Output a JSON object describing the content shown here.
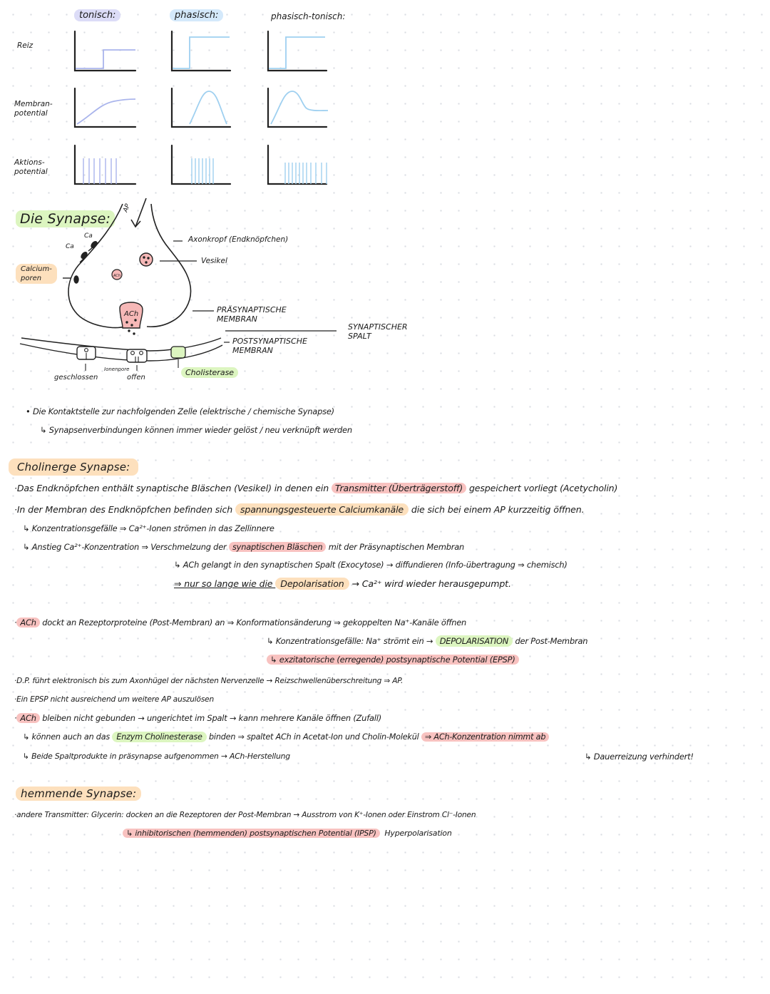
{
  "charts": {
    "columns": [
      "tonisch:",
      "phasisch:",
      "phasisch-tonisch:"
    ],
    "rows": [
      "Reiz",
      "Membran-\npotential",
      "Aktions-\npotential"
    ],
    "colors": {
      "tonisch": "#a9b4ec",
      "phasisch": "#9fd0f0",
      "phasisch_tonisch": "#9fd0f0"
    }
  },
  "synapse": {
    "title": "Die Synapse:",
    "ap_label": "AP",
    "ca_label": "Ca",
    "ach_label": "ACh",
    "labels": {
      "calcium_poren": "Calcium-\nporen",
      "axon": "Axonkropf (Endknöpfchen)",
      "vesikel": "Vesikel",
      "praesyn": "PRÄSYNAPTISCHE\nMEMBRAN",
      "postsyn": "POSTSYNAPTISCHE\nMEMBRAN",
      "spalt": "SYNAPTISCHER\nSPALT",
      "ionenpore": "Ionenpore",
      "geschlossen": "geschlossen",
      "offen": "offen",
      "cholinesterase": "Cholisterase"
    },
    "notes": [
      "• Die Kontaktstelle zur nachfolgenden Zelle (elektrische / chemische Synapse)",
      "↳ Synapsenverbindungen können immer wieder gelöst / neu verknüpft werden"
    ]
  },
  "cholinerge": {
    "title": "Cholinerge Synapse:",
    "l1a": "·Das Endknöpfchen enthält synaptische Bläschen (Vesikel) in denen ein ",
    "l1b": "Transmitter (Überträgerstoff)",
    "l1c": " gespeichert vorliegt (Acetycholin)",
    "l2a": "·In der Membran des Endknöpfchen befinden sich ",
    "l2b": "spannungsgesteuerte Calciumkanäle",
    "l2c": " die sich bei einem AP kurzzeitig öffnen.",
    "l3": "↳ Konzentrationsgefälle ⇒ Ca²⁺-Ionen strömen in das Zellinnere",
    "l4a": "↳ Anstieg Ca²⁺-Konzentration ⇒ Verschmelzung der ",
    "l4b": "synaptischen Bläschen",
    "l4c": " mit der Präsynaptischen Membran",
    "l5": "↳ ACh gelangt in den synaptischen Spalt (Exocytose) → diffundieren (Info-übertragung ⇒ chemisch)",
    "l6a": "⇒ nur so lange wie die ",
    "l6b": "Depolarisation",
    "l6c": " → Ca²⁺ wird wieder herausgepumpt.",
    "l7a": "ACh",
    "l7b": " dockt an Rezeptorproteine (Post-Membran) an ⇒ Konformationsänderung ⇒ gekoppelten Na⁺-Kanäle öffnen",
    "l8a": "↳ Konzentrationsgefälle: Na⁺ strömt ein → ",
    "l8b": "DEPOLARISATION",
    "l8c": " der Post-Membran",
    "l9": "↳ exzitatorische (erregende) postsynaptische Potential (EPSP)",
    "l10": "·D.P. führt elektronisch bis zum Axonhügel der nächsten Nervenzelle → Reizschwellenüberschreitung ⇒ AP.",
    "l11": "·Ein EPSP nicht ausreichend um weitere AP auszulösen",
    "l12a": "ACh",
    "l12b": " bleiben nicht gebunden → ungerichtet im Spalt → kann mehrere Kanäle öffnen (Zufall)",
    "l13a": "↳ können auch an das ",
    "l13b": "Enzym Cholinesterase",
    "l13c": " binden ⇒ spaltet ACh in Acetat-Ion und Cholin-Molekül ",
    "l13d": "⇒ ACh-Konzentration nimmt ab",
    "l14": "↳ Beide Spaltprodukte in präsynapse aufgenommen → ACh-Herstellung",
    "l14r": "↳ Dauerreizung verhindert!"
  },
  "hemmende": {
    "title": "hemmende Synapse:",
    "l1": "·andere Transmitter: Glycerin: docken an die Rezeptoren der Post-Membran → Ausstrom von K⁺-Ionen oder Einstrom Cl⁻-Ionen",
    "l2a": "↳ inhibitorischen (hemmenden) postsynaptischen Potential (IPSP)",
    "l2b": "Hyperpolarisation"
  }
}
